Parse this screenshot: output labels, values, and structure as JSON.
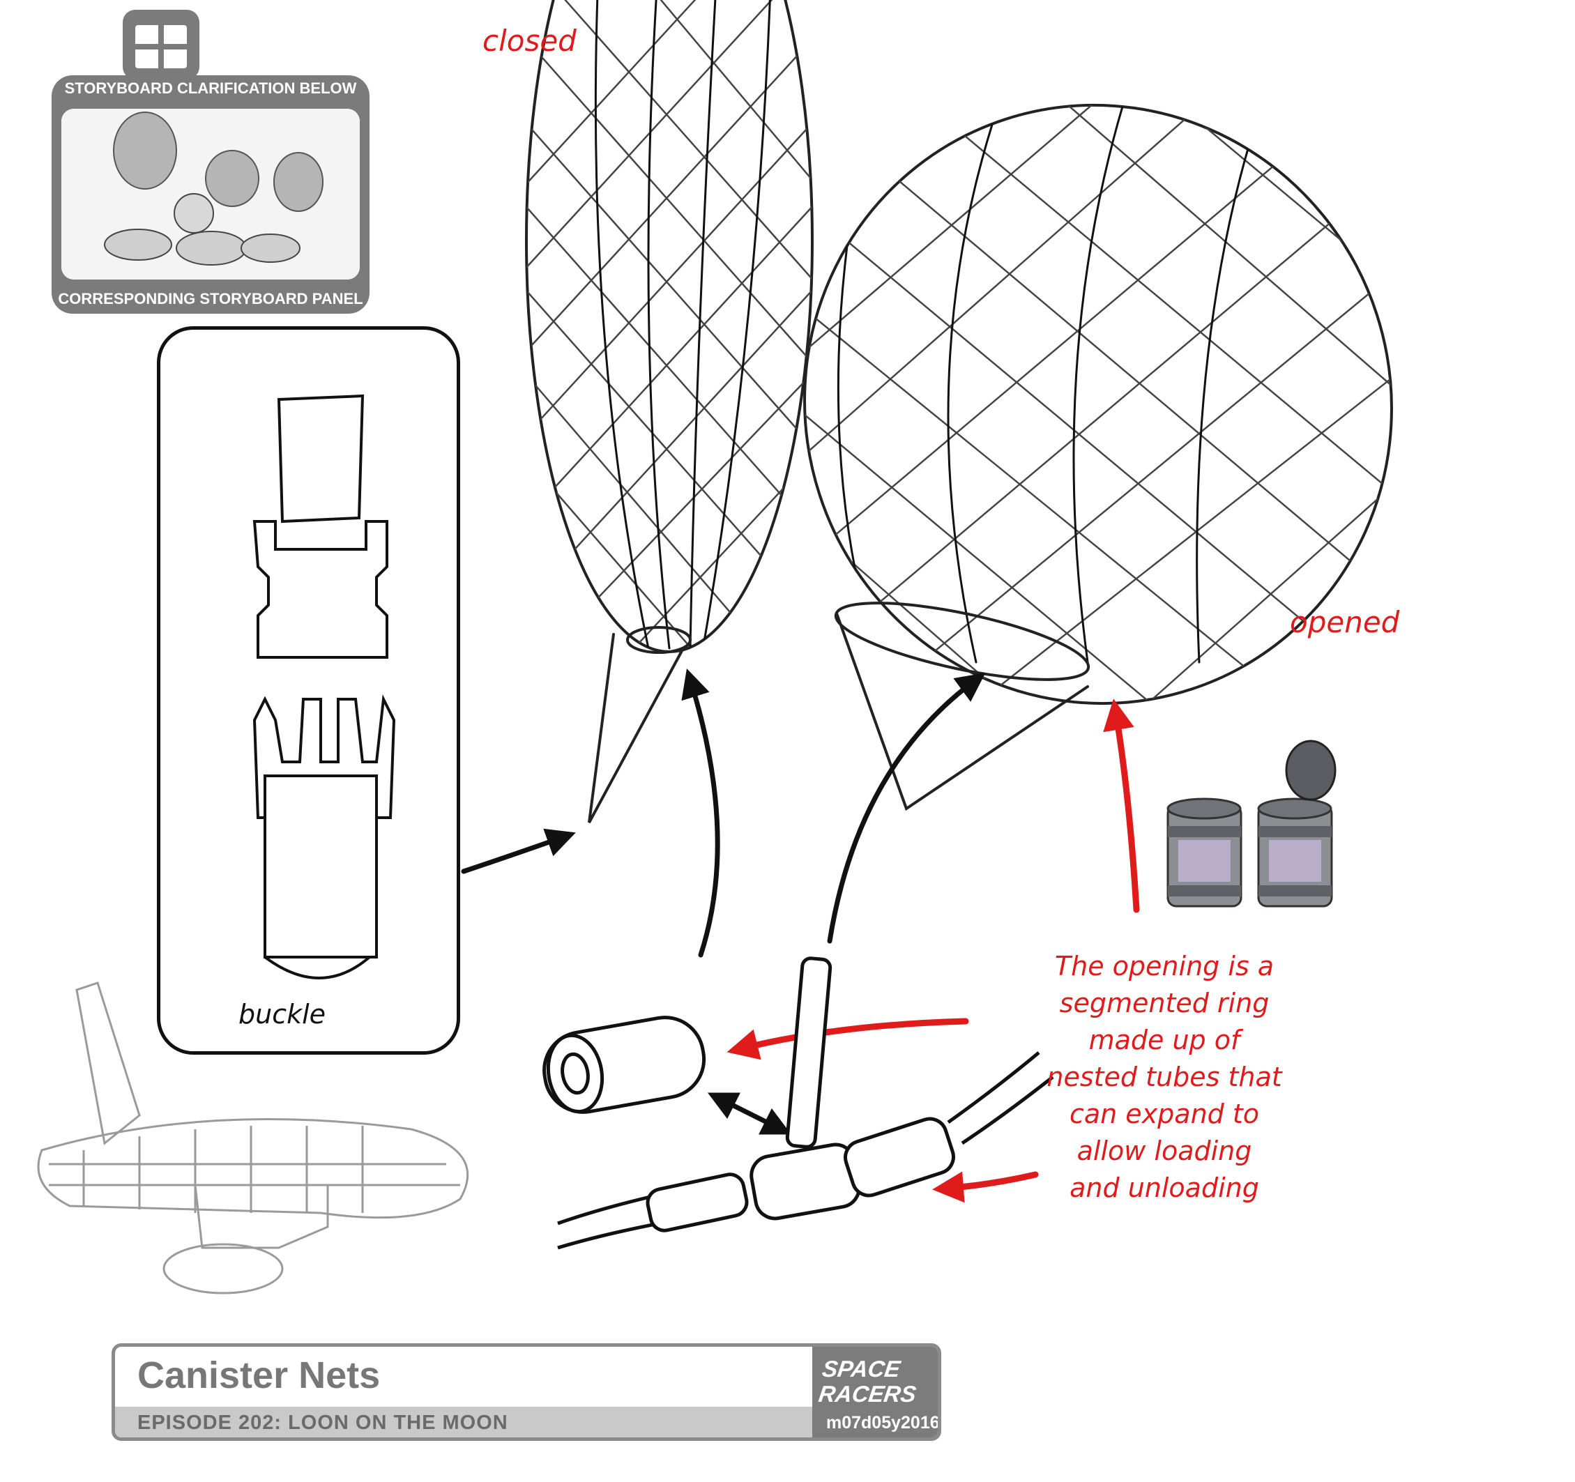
{
  "storyboard": {
    "top_label": "STORYBOARD CLARIFICATION BELOW",
    "bottom_label": "CORRESPONDING STORYBOARD PANEL"
  },
  "labels": {
    "closed": "closed",
    "opened": "opened",
    "buckle": "buckle"
  },
  "note": {
    "lines": [
      "The opening is a",
      "segmented ring",
      "made up of",
      "nested tubes that",
      "can expand to",
      "allow loading",
      "and unloading"
    ]
  },
  "title_card": {
    "title": "Canister Nets",
    "episode": "EPISODE 202: LOON ON THE MOON",
    "logo_line1": "SPACE",
    "logo_line2": "RACERS",
    "date": "m07d05y2016"
  },
  "colors": {
    "annotation_red": "#e01b1b",
    "ink": "#111111",
    "card_gray": "#7b7b7b"
  }
}
